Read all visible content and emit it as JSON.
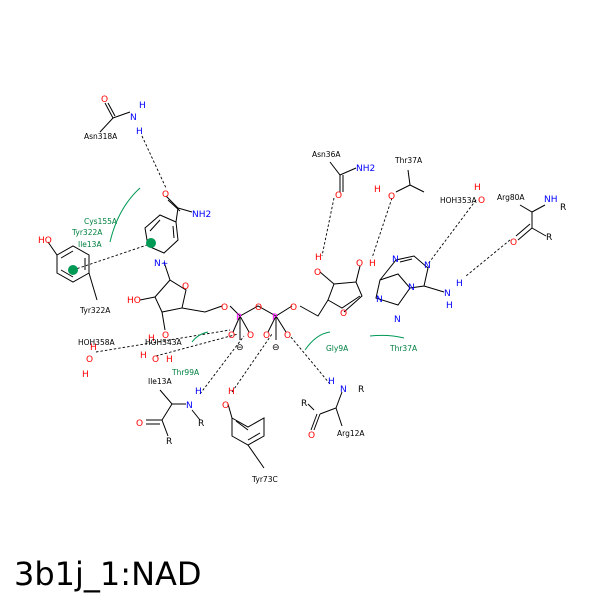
{
  "title": "3b1j_1:NAD",
  "colors": {
    "N": "#0000ff",
    "O": "#ff0000",
    "P": "#ff00ff",
    "bond": "#000000",
    "hydrophobic": "#009955"
  },
  "residues": {
    "asn318": "Asn318A",
    "cys155": "Cys155A",
    "tyr322_hyd": "Tyr322A",
    "ile13_hyd": "Ile13A",
    "tyr322": "Tyr322A",
    "asn36": "Asn36A",
    "thr37": "Thr37A",
    "hoh353": "HOH353A",
    "arg80": "Arg80A",
    "hoh358": "HOH358A",
    "hoh343": "HOH343A",
    "thr99": "Thr99A",
    "ile13": "Ile13A",
    "gly9": "Gly9A",
    "thr37_hyd": "Thr37A",
    "arg12": "Arg12A",
    "tyr73": "Tyr73C"
  },
  "atoms": {
    "O": "O",
    "N": "N",
    "H": "H",
    "P": "P",
    "HO": "HO",
    "OH": "OH",
    "NH2": "NH2",
    "Nplus": "N+",
    "NH": "NH",
    "R": "R",
    "minus": "⊖"
  }
}
